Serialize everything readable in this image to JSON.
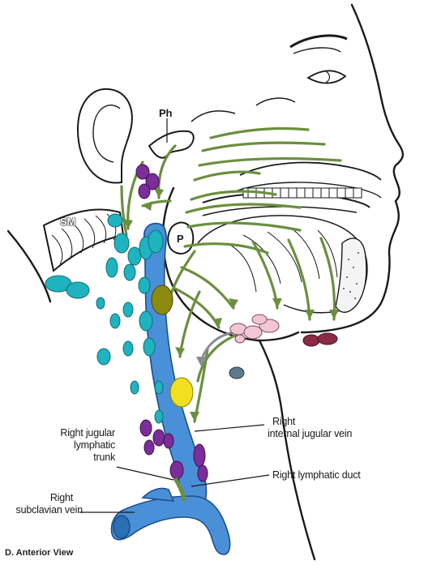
{
  "labels": {
    "ph": "Ph",
    "sm": "SM",
    "p": "P",
    "right_jugular_lymphatic_trunk": [
      "Right jugular",
      "lymphatic",
      "trunk"
    ],
    "right_internal_jugular_vein": [
      "Right",
      "internal jugular vein"
    ],
    "right_lymphatic_duct": "Right lymphatic duct",
    "right_subclavian_vein": [
      "Right",
      "subclavian vein"
    ],
    "view_caption": "D. Anterior View"
  },
  "colors": {
    "vein": "#4a90d9",
    "vein_outline": "#1d4f8a",
    "lymph_vessel": "#6b8f3e",
    "node_teal": "#1fb3bf",
    "node_purple": "#7b2d9a",
    "node_olive": "#8c8a10",
    "node_yellow": "#f0e020",
    "node_pink": "#f2c6d4",
    "node_maroon": "#8b2a45",
    "node_slate": "#5f7a8c",
    "outline": "#1a1a1a"
  }
}
